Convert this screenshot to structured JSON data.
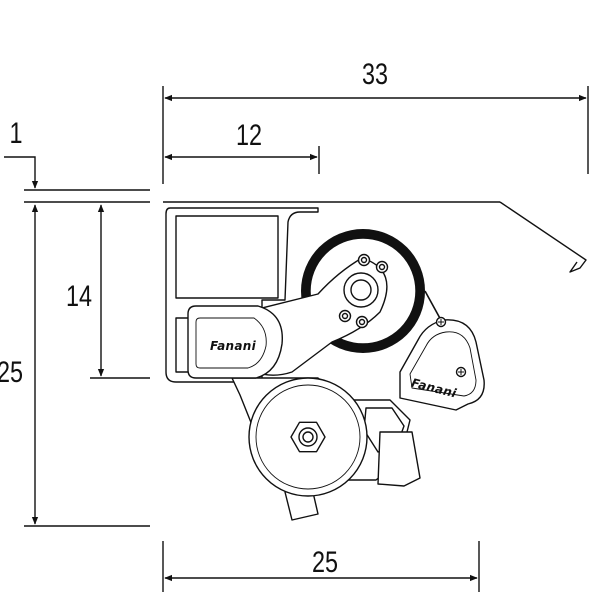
{
  "dimensions": {
    "total_width": "33",
    "top_width": "12",
    "top_offset": "1",
    "side_height": "14",
    "total_height": "25",
    "base_width": "25"
  },
  "labels": {
    "brand_upper": "Fanani",
    "brand_lower": "Fanani"
  },
  "colors": {
    "line": "#111111",
    "background": "#ffffff"
  }
}
